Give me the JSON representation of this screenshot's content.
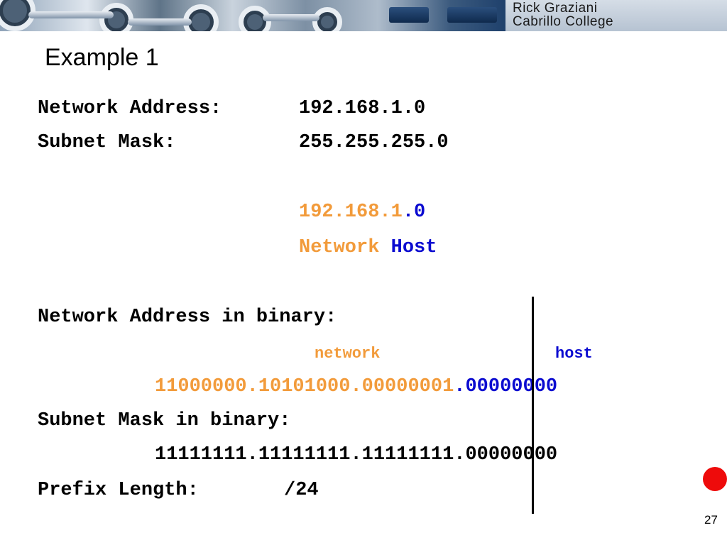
{
  "header": {
    "author": "Rick Graziani",
    "institution": "Cabrillo College"
  },
  "slide": {
    "title": "Example 1",
    "network_address_label": "Network Address:",
    "network_address_value": "192.168.1.0",
    "subnet_mask_label": "Subnet Mask:",
    "subnet_mask_value": "255.255.255.0",
    "split": {
      "network_part": "192.168.1",
      "host_part": ".0",
      "network_word": "Network",
      "host_word": "Host"
    },
    "binary_heading": "Network Address in binary:",
    "binary_network_label": "network",
    "binary_host_label": "host",
    "binary_network_bits": "11000000.10101000.00000001",
    "binary_host_bits": ".00000000",
    "mask_binary_heading": "Subnet Mask in binary:",
    "mask_binary_network_bits": "11111111.11111111.11111111",
    "mask_binary_host_bits": ".00000000",
    "prefix_label": "Prefix Length:",
    "prefix_value": "/24"
  },
  "footer": {
    "page_number": "27"
  },
  "colors": {
    "network": "#f29b3b",
    "host": "#0b0bd0",
    "dot": "#ee0b0b"
  }
}
